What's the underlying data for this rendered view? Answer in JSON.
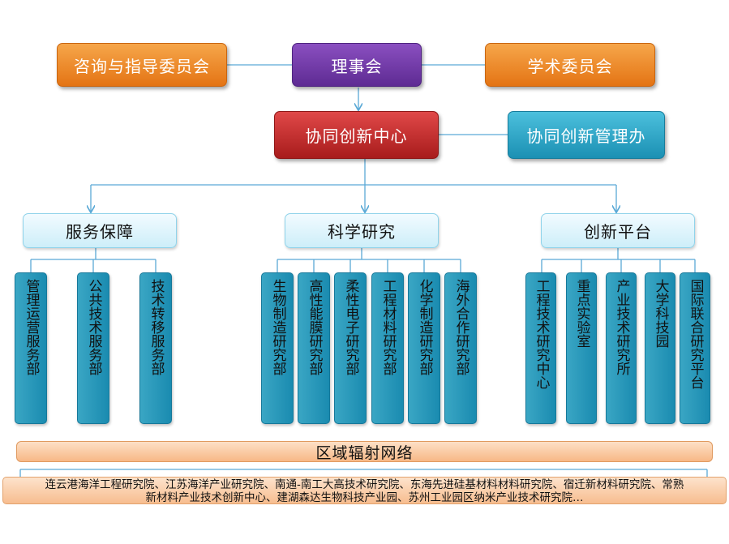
{
  "top_row": {
    "left": "咨询与指导委员会",
    "center": "理事会",
    "right": "学术委员会"
  },
  "second_row": {
    "center": "协同创新中心",
    "right": "协同创新管理办"
  },
  "categories": [
    {
      "label": "服务保障",
      "children": [
        "管理运营服务部",
        "公共技术服务部",
        "技术转移服务部"
      ]
    },
    {
      "label": "科学研究",
      "children": [
        "生物制造研究部",
        "高性能膜研究部",
        "柔性电子研究部",
        "工程材料研究部",
        "化学制造研究部",
        "海外合作研究部"
      ]
    },
    {
      "label": "创新平台",
      "children": [
        "工程技术研究中心",
        "重点实验室",
        "产业技术研究所",
        "大学科技园",
        "国际联合研究平台"
      ]
    }
  ],
  "region": {
    "title": "区域辐射网络",
    "line1": "连云港海洋工程研究院、江苏海洋产业研究院、南通-南工大高技术研究院、东海先进硅基材料材料研究院、宿迁新材料研究院、常熟",
    "line2": "新材料产业技术创新中心、建湖森达生物科技产业园、苏州工业园区纳米产业技术研究院…"
  },
  "colors": {
    "orange": "#e47414",
    "purple": "#5e2b93",
    "red": "#a81c1c",
    "teal": "#1b90b3",
    "connector": "#5aa9d6"
  }
}
